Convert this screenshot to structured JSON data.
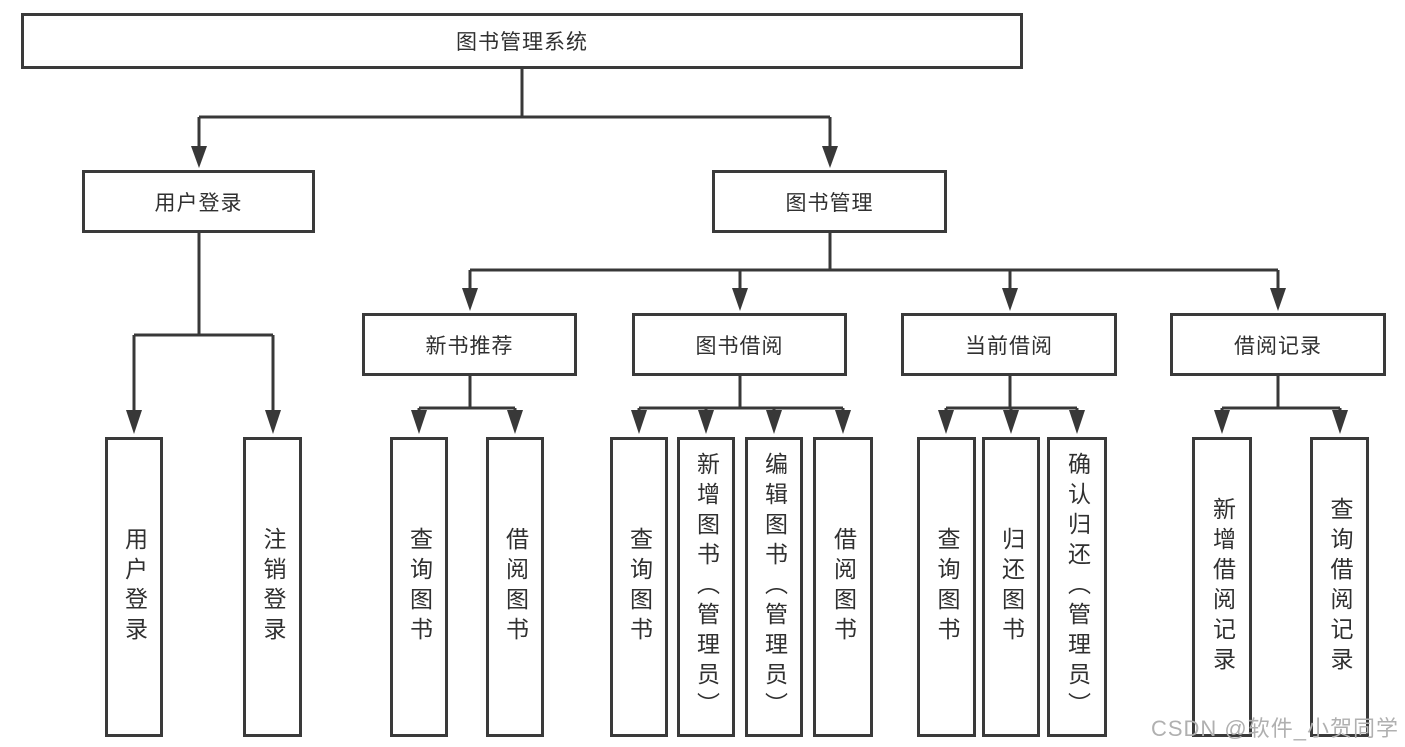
{
  "diagram": {
    "root": {
      "label": "图书管理系统"
    },
    "level2": [
      {
        "label": "用户登录"
      },
      {
        "label": "图书管理"
      }
    ],
    "level3": [
      {
        "label": "新书推荐"
      },
      {
        "label": "图书借阅"
      },
      {
        "label": "当前借阅"
      },
      {
        "label": "借阅记录"
      }
    ],
    "leaves": {
      "user_login": [
        "用户登录",
        "注销登录"
      ],
      "new_books": [
        "查询图书",
        "借阅图书"
      ],
      "book_borrow": [
        "查询图书",
        "新增图书（管理员）",
        "编辑图书（管理员）",
        "借阅图书"
      ],
      "current_borrow": [
        "查询图书",
        "归还图书",
        "确认归还（管理员）"
      ],
      "borrow_records": [
        "新增借阅记录",
        "查询借阅记录"
      ]
    }
  },
  "watermark": {
    "text": "CSDN @软件_小贺同学"
  },
  "colors": {
    "line": "#383838",
    "box_border": "#3a3a3a",
    "text": "#303030",
    "watermark": "#b0b0b0"
  }
}
